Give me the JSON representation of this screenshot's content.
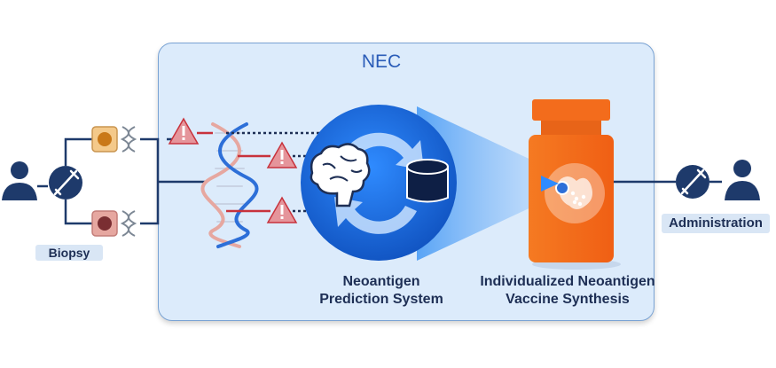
{
  "title": "NEC",
  "labels": {
    "biopsy": "Biopsy",
    "administration": "Administration",
    "prediction_line1": "Neoantigen",
    "prediction_line2": "Prediction System",
    "synthesis_line1": "Individualized Neoantigen",
    "synthesis_line2": "Vaccine Synthesis"
  },
  "icons": [
    "patient-icon",
    "syringe-icon",
    "tumor-cell-icon",
    "normal-cell-icon",
    "dna-icon",
    "warning-icon",
    "brain-icon",
    "database-icon",
    "refresh-icon",
    "vaccine-bottle-icon",
    "administration-syringe-icon",
    "recipient-patient-icon"
  ],
  "colors": {
    "navy": "#1e3a6b",
    "box_fill": "#dcebfb",
    "circle_blue": "#1f6fe0",
    "bottle_orange": "#f36c1c",
    "warning_red": "#c8323c"
  }
}
